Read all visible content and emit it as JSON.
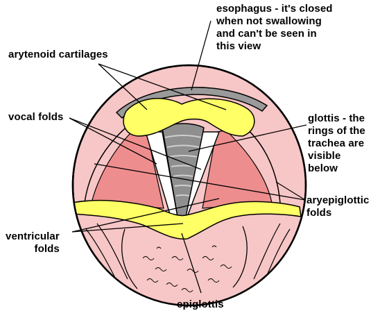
{
  "labels": {
    "esophagus": "esophagus - it's closed\nwhen not swallowing\nand can't be seen in\nthis view",
    "arytenoid": "arytenoid cartilages",
    "vocal_folds": "vocal folds",
    "glottis": "glottis - the\nrings of the\ntrachea are\nvisible\nbelow",
    "aryepiglottic": "aryepiglottic\nfolds",
    "ventricular": "ventricular\nfolds",
    "epiglottis": "epiglottis"
  },
  "colors": {
    "background": "#ffffff",
    "outer_mucosa": "#f7c6c6",
    "inner_folds": "#ee8d8d",
    "cartilage_yellow": "#ffff66",
    "trachea_gray": "#8f8f8f",
    "vocal_fold_white": "#ffffff",
    "esophagus_band": "#9a9a9a",
    "outline": "#000000"
  }
}
